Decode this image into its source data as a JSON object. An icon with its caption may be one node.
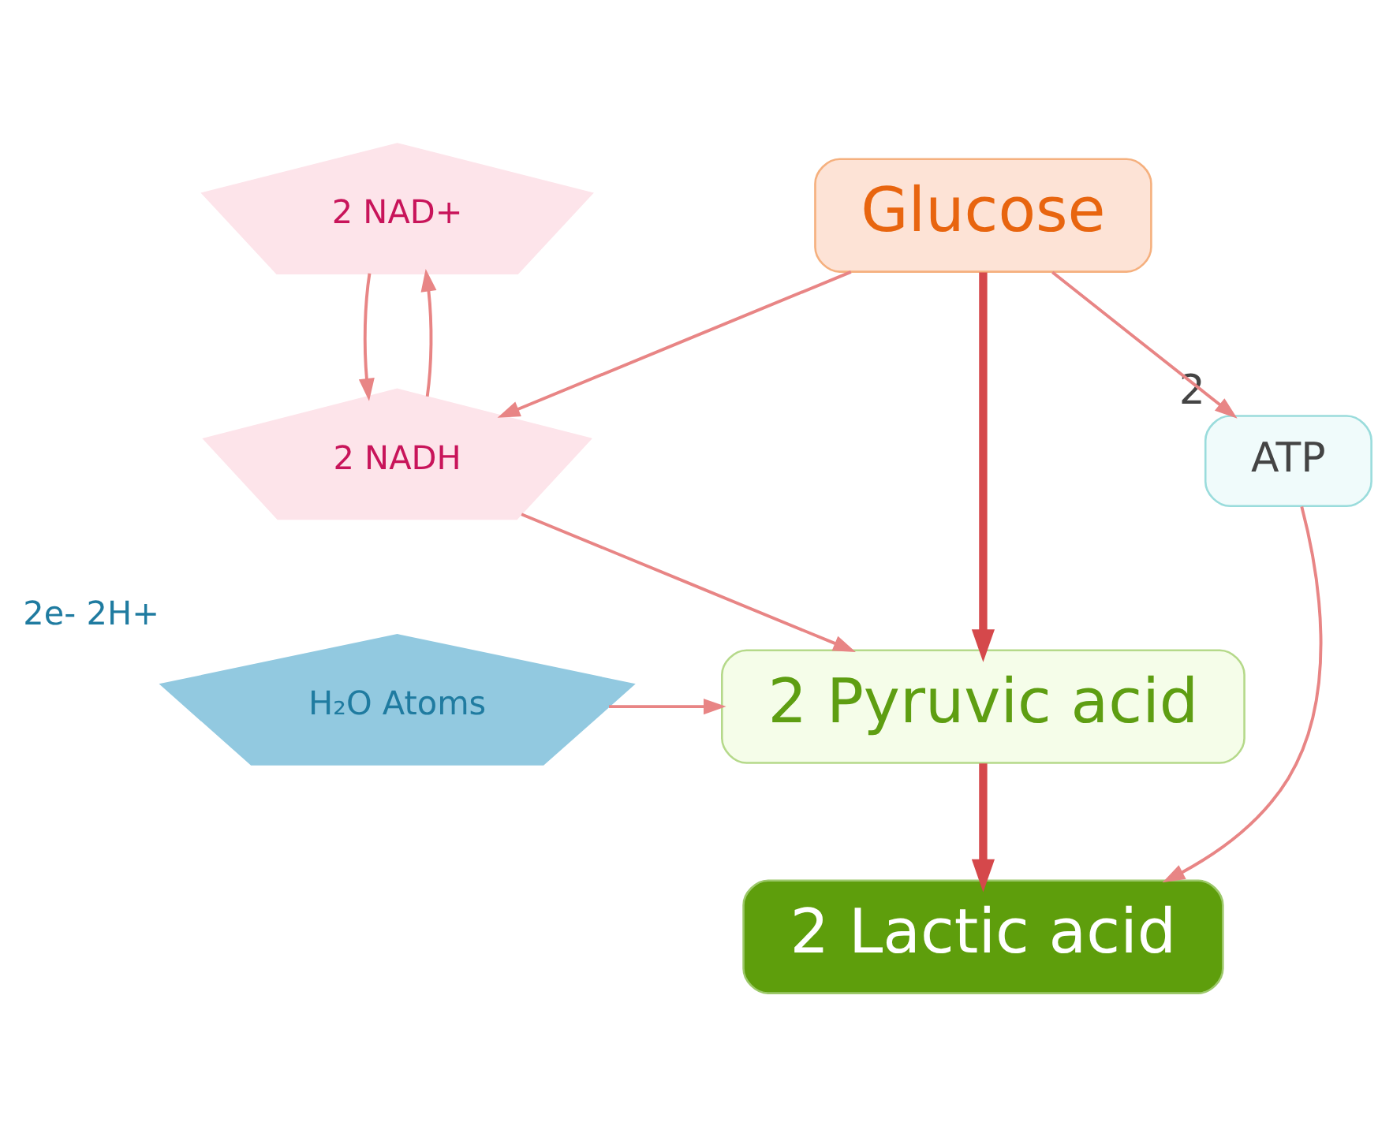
{
  "diagram": {
    "nodes": [
      {
        "text": [
          "Glucose"
        ]
      },
      {
        "text": [
          "2 NAD+"
        ]
      },
      {
        "text": [
          "2 NADH"
        ]
      },
      {
        "text": [
          "ATP"
        ],
        "beside": [
          "2"
        ]
      },
      {
        "text": [
          "2 Pyruvic acid"
        ]
      },
      {
        "text": [
          "H₂O Atoms"
        ],
        "beside": [
          "2e- 2H+"
        ]
      },
      {
        "text": [
          "2 Lactic acid"
        ]
      }
    ],
    "edges": [
      {
        "from": 0,
        "to": 2,
        "arrow": "to"
      },
      {
        "from": 0,
        "to": 3,
        "arrow": "to"
      },
      {
        "from": 0,
        "to": 4,
        "arrow": "to",
        "style": "thick",
        "color": "#d5484b"
      },
      {
        "from": 1,
        "to": 2,
        "arrow": "to"
      },
      {
        "from": 2,
        "to": 1,
        "arrow": "to"
      },
      {
        "from": 2,
        "to": 4,
        "arrow": "to"
      },
      {
        "from": 5,
        "to": 4,
        "arrow": "to"
      },
      {
        "from": 4,
        "to": 6,
        "arrow": "to",
        "style": "thick",
        "color": "#d5484b"
      },
      {
        "from": 3,
        "to": 6,
        "arrow": "to"
      }
    ]
  }
}
